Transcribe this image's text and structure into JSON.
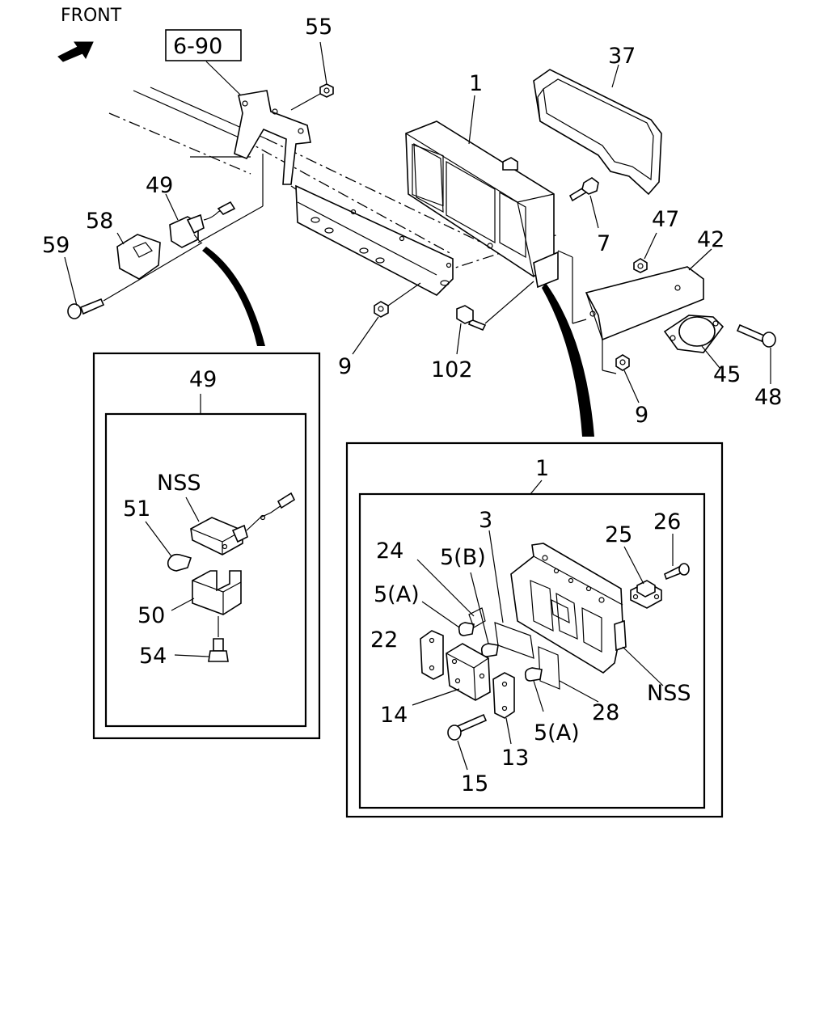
{
  "front_label": "FRONT",
  "ref_box": "6-90",
  "labels": {
    "n55": "55",
    "n37": "37",
    "n1": "1",
    "n49": "49",
    "n58": "58",
    "n59": "59",
    "n7": "7",
    "n47": "47",
    "n42": "42",
    "n9a": "9",
    "n102": "102",
    "n45": "45",
    "n48": "48",
    "n9b": "9",
    "d49_title": "49",
    "d49_nss": "NSS",
    "d49_51": "51",
    "d49_50": "50",
    "d49_54": "54",
    "d1_title": "1",
    "d1_3": "3",
    "d1_26": "26",
    "d1_25": "25",
    "d1_24": "24",
    "d1_5b": "5(B)",
    "d1_5a_top": "5(A)",
    "d1_22": "22",
    "d1_nss": "NSS",
    "d1_14": "14",
    "d1_28": "28",
    "d1_5a_bot": "5(A)",
    "d1_13": "13",
    "d1_15": "15"
  }
}
